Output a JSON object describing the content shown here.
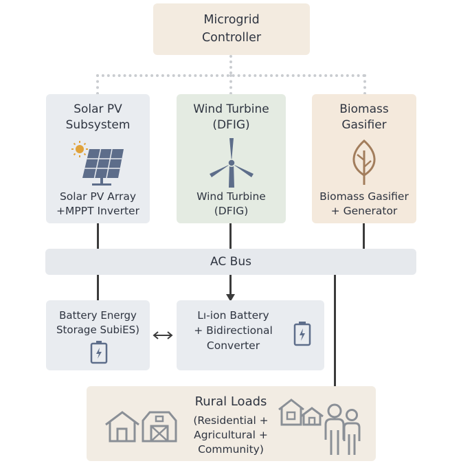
{
  "controller": {
    "line1": "Microgrid",
    "line2": "Controller"
  },
  "solar": {
    "title1": "Solar PV",
    "title2": "Subsystem",
    "icon": "solar-panel-icon",
    "desc1": "Solar PV Array",
    "desc2": "+MPPT Inverter"
  },
  "wind": {
    "title1": "Wind Turbine",
    "title2": "(DFIG)",
    "icon": "wind-turbine-icon",
    "desc1": "Wind Turbine",
    "desc2": "(DFIG)"
  },
  "biomass": {
    "title1": "Biomass",
    "title2": "Gasifier",
    "icon": "leaf-icon",
    "desc1": "Biomass Gasifier",
    "desc2": "+ Generator"
  },
  "bus": {
    "label": "AC Bus"
  },
  "storage": {
    "line1": "Battery Energy",
    "line2": "Storage SubiES)",
    "icon": "battery-icon"
  },
  "battery": {
    "line1": "Lı-ion Battery",
    "line2": "+ Bidirectional",
    "line3": "Converter",
    "icon": "battery-icon"
  },
  "loads": {
    "title": "Rural Loads",
    "line1": "(Residential +",
    "line2": "Agricultural +",
    "line3": "Community)",
    "icons": [
      "house-icon",
      "barn-icon",
      "houses-icon",
      "people-icon"
    ]
  },
  "colors": {
    "controller_bg": "#f3ebe0",
    "solar_bg": "#e9ecf0",
    "wind_bg": "#e4ebe2",
    "biomass_bg": "#f4e9dc",
    "bus_bg": "#e6e9ed",
    "storage_bg": "#e9ecf0",
    "loads_bg": "#f2ece3",
    "icon_blue": "#5d6d8a",
    "icon_brown": "#a27d5c",
    "icon_gray": "#8a8f96",
    "sun_orange": "#e0a23a"
  }
}
